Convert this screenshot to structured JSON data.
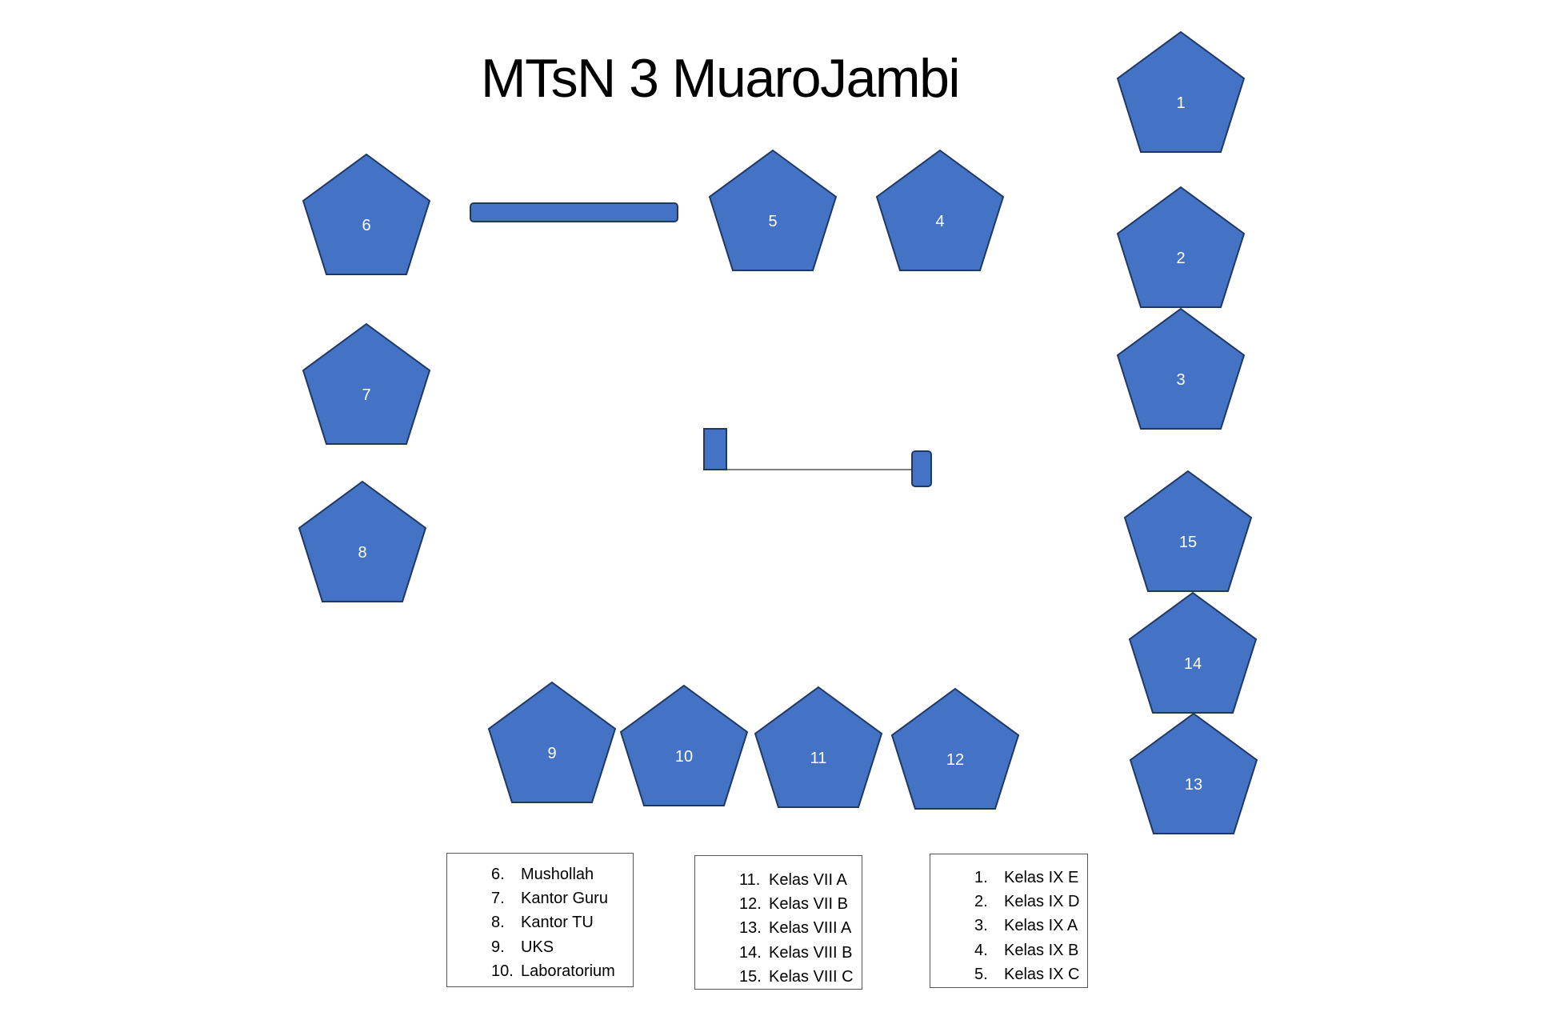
{
  "title": "MTsN 3 MuaroJambi",
  "colors": {
    "building_fill": "#4472C4",
    "building_stroke": "#1F3864",
    "connector_line": "#7F7F7F",
    "legend_border": "#555555"
  },
  "buildings": [
    {
      "id": "1",
      "label": "1"
    },
    {
      "id": "2",
      "label": "2"
    },
    {
      "id": "3",
      "label": "3"
    },
    {
      "id": "4",
      "label": "4"
    },
    {
      "id": "5",
      "label": "5"
    },
    {
      "id": "6",
      "label": "6"
    },
    {
      "id": "7",
      "label": "7"
    },
    {
      "id": "8",
      "label": "8"
    },
    {
      "id": "9",
      "label": "9"
    },
    {
      "id": "10",
      "label": "10"
    },
    {
      "id": "11",
      "label": "11"
    },
    {
      "id": "12",
      "label": "12"
    },
    {
      "id": "13",
      "label": "13"
    },
    {
      "id": "14",
      "label": "14"
    },
    {
      "id": "15",
      "label": "15"
    }
  ],
  "legends": [
    {
      "items": [
        {
          "num": "6.",
          "text": "Mushollah"
        },
        {
          "num": "7.",
          "text": "Kantor Guru"
        },
        {
          "num": "8.",
          "text": "Kantor TU"
        },
        {
          "num": "9.",
          "text": "UKS"
        },
        {
          "num": "10.",
          "text": "Laboratorium"
        }
      ]
    },
    {
      "items": [
        {
          "num": "11.",
          "text": "Kelas VII A"
        },
        {
          "num": "12.",
          "text": "Kelas VII B"
        },
        {
          "num": "13.",
          "text": "Kelas VIII A"
        },
        {
          "num": "14.",
          "text": "Kelas VIII B"
        },
        {
          "num": "15.",
          "text": "Kelas VIII C"
        }
      ]
    },
    {
      "items": [
        {
          "num": "1.",
          "text": "Kelas IX E"
        },
        {
          "num": "2.",
          "text": "Kelas IX D"
        },
        {
          "num": "3.",
          "text": "Kelas IX A"
        },
        {
          "num": "4.",
          "text": "Kelas IX B"
        },
        {
          "num": "5.",
          "text": "Kelas IX C"
        }
      ]
    }
  ]
}
